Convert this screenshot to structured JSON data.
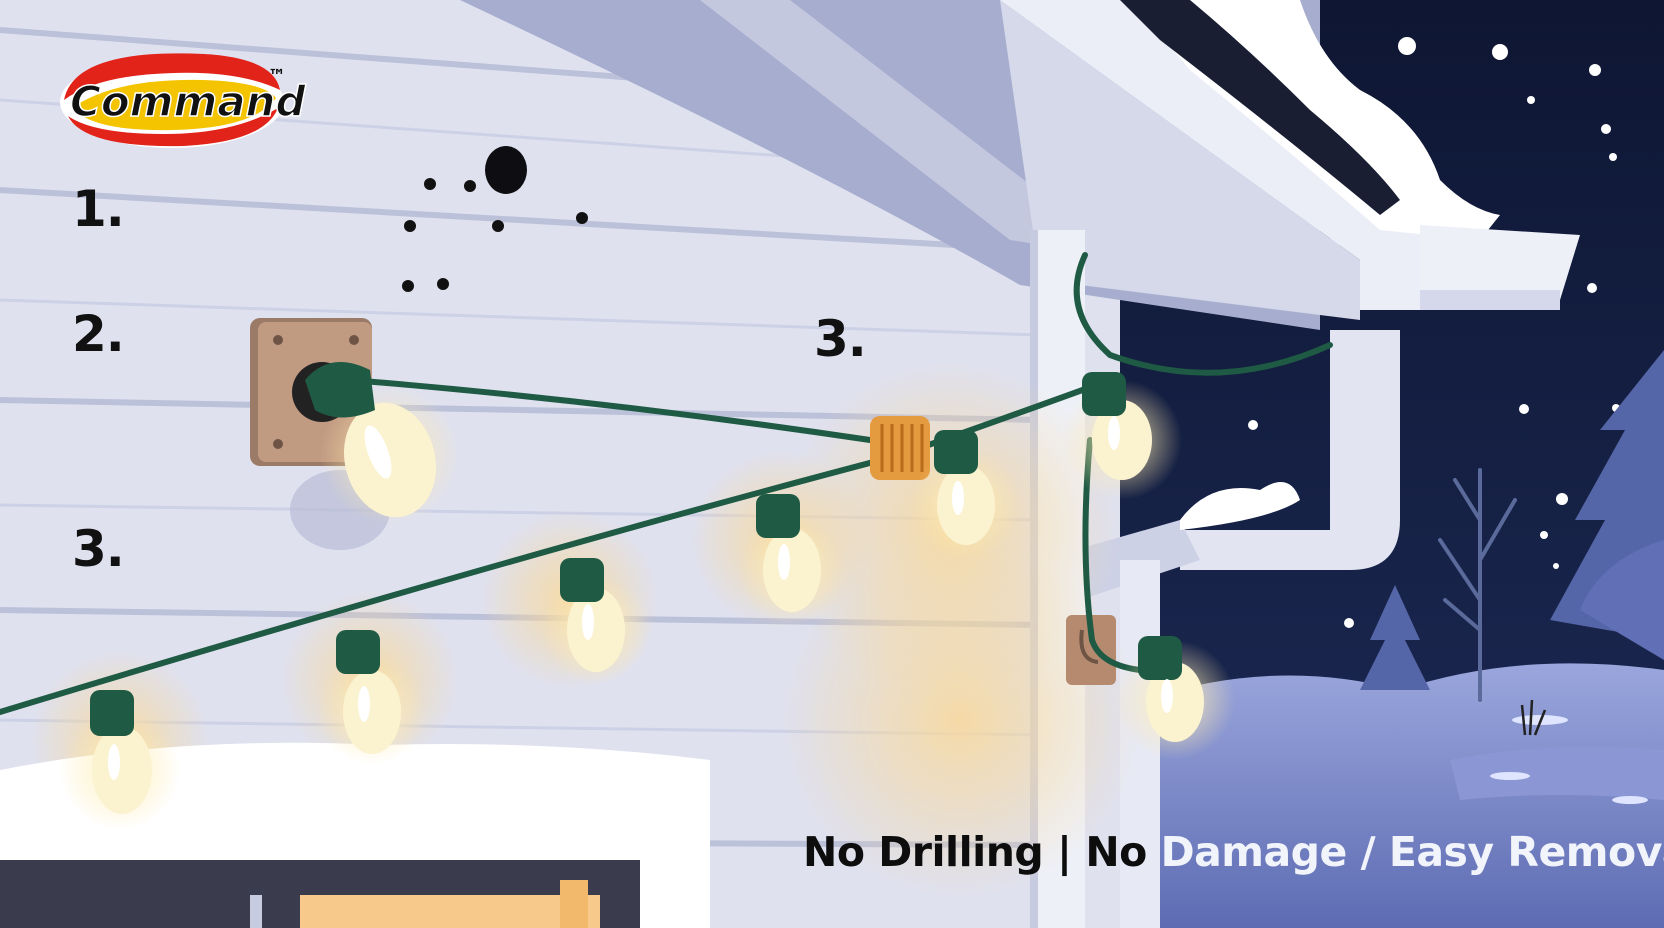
{
  "brand": {
    "name": "Command",
    "trademark": "™",
    "colors": {
      "red": "#e2231a",
      "yellow": "#f5c400",
      "white": "#ffffff"
    }
  },
  "steps": {
    "step1": "1.",
    "step2": "2.",
    "step3_upper": "3.",
    "step3_lower": "3."
  },
  "tagline": {
    "part1": "No Drilling",
    "separator": "|",
    "part2_prefix": "No ",
    "part2_rest": "Damage / Easy Removal"
  },
  "scene": {
    "illustration": "house eave with string lights and adhesive hooks at night",
    "icons": [
      "command-logo",
      "wall-hook-icon",
      "light-bulb-icon",
      "cord-clip-icon",
      "gutter-icon",
      "tree-icon",
      "snowflake-icon"
    ]
  },
  "colors": {
    "siding": "#dfe1ef",
    "siding_line": "#b8bdd6",
    "night_sky": "#141d3d",
    "cord": "#1f5a44",
    "bulb": "#fbf3cf",
    "glow": "#f8dca2",
    "hook": "#b58a6e",
    "clip": "#e8a24a",
    "snow": "#ffffff",
    "ground_snow": "#7b8acb"
  }
}
